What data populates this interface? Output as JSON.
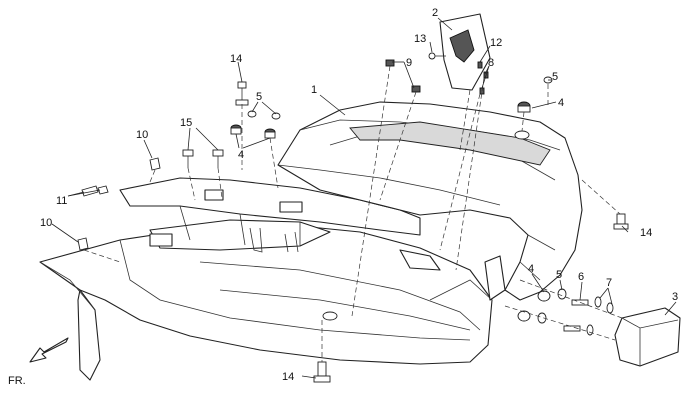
{
  "callouts": {
    "c1": "1",
    "c2": "2",
    "c3": "3",
    "c4a": "4",
    "c4b": "4",
    "c4c": "4",
    "c5a": "5",
    "c5b": "5",
    "c5c": "5",
    "c6": "6",
    "c7": "7",
    "c8": "8",
    "c9": "9",
    "c10a": "10",
    "c10b": "10",
    "c11": "11",
    "c12": "12",
    "c13": "13",
    "c14a": "14",
    "c14b": "14",
    "c14c": "14",
    "c15": "15"
  },
  "direction_label": "FR."
}
